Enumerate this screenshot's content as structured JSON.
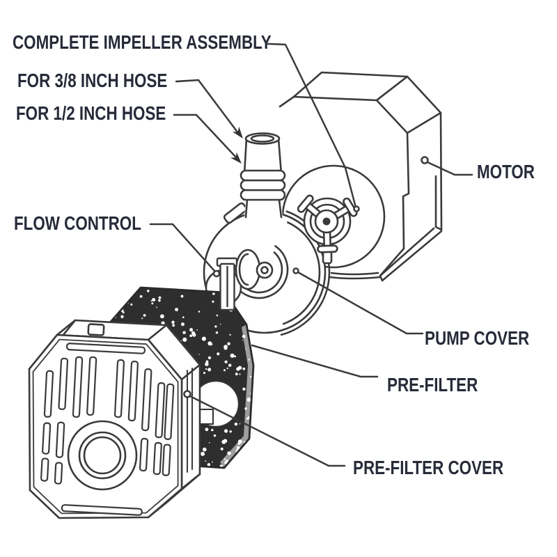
{
  "figure": {
    "kind": "exploded-parts-diagram"
  },
  "labels": {
    "impeller": {
      "text": "COMPLETE IMPELLER ASSEMBLY"
    },
    "hose38": {
      "text": "FOR 3/8 INCH HOSE"
    },
    "hose12": {
      "text": "FOR 1/2 INCH HOSE"
    },
    "flow_control": {
      "text": "FLOW CONTROL"
    },
    "motor": {
      "text": "MOTOR"
    },
    "pump_cover": {
      "text": "PUMP COVER"
    },
    "pre_filter": {
      "text": "PRE-FILTER"
    },
    "pre_filter_cover": {
      "text": "PRE-FILTER COVER"
    }
  },
  "colors": {
    "line": "#3a3a3a",
    "text": "#272b39",
    "foam_dark": "#2e2e2e",
    "foam_edge": "#9e9e9e",
    "background": "#ffffff"
  }
}
